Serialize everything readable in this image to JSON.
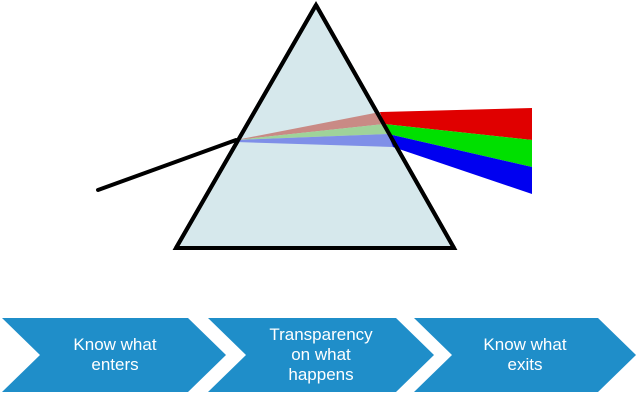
{
  "diagram": {
    "steps": [
      {
        "label": "Know what\nenters"
      },
      {
        "label": "Transparency\non what\nhappens"
      },
      {
        "label": "Know what\nexits"
      }
    ]
  },
  "colors": {
    "prism_fill": "#d6e8ec",
    "prism_stroke": "#000000",
    "incoming_beam": "#000000",
    "internal_red": "#c98a85",
    "internal_green": "#9fd39a",
    "internal_blue": "#7f8fe8",
    "outgoing_red": "#e00000",
    "outgoing_green": "#00e000",
    "outgoing_blue": "#0000f0",
    "chevron_fill": "#1f8ec9"
  }
}
